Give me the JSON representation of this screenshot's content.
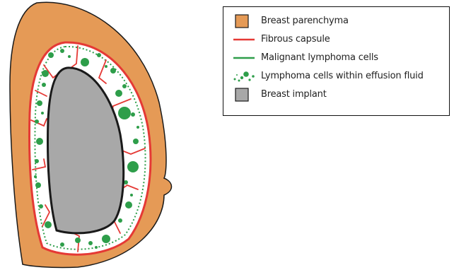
{
  "legend": {
    "items": [
      {
        "label": "Breast parenchyma",
        "kind": "fill",
        "color": "#E59A56"
      },
      {
        "label": "Fibrous capsule",
        "kind": "line",
        "color": "#E53935"
      },
      {
        "label": "Malignant lymphoma cells",
        "kind": "line",
        "color": "#2E9E4A"
      },
      {
        "label": "Lymphoma cells within effusion fluid",
        "kind": "dots",
        "color": "#2E9E4A"
      },
      {
        "label": "Breast implant",
        "kind": "fill",
        "color": "#A8A8A8"
      }
    ]
  },
  "colors": {
    "parenchyma": "#E59A56",
    "capsule": "#E53935",
    "lymphoma": "#2E9E4A",
    "effusion": "#FFFFFF",
    "implant": "#A8A8A8",
    "outline": "#1A1A1A"
  }
}
